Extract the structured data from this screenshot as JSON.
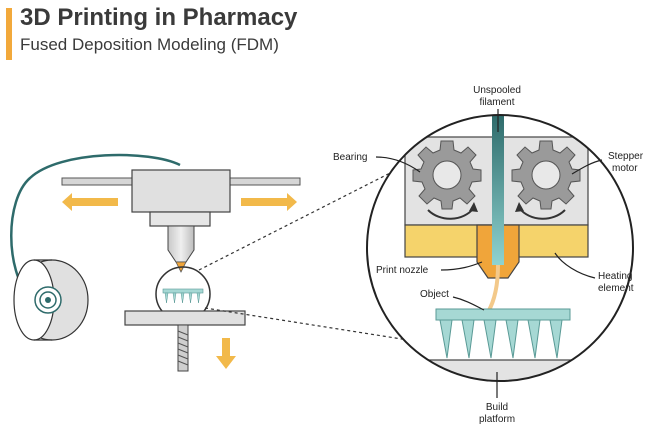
{
  "header": {
    "title": "3D Printing in Pharmacy",
    "subtitle": "Fused Deposition Modeling (FDM)"
  },
  "labels": {
    "unspooled_filament_line1": "Unspooled",
    "unspooled_filament_line2": "filament",
    "bearing": "Bearing",
    "stepper_motor_line1": "Stepper",
    "stepper_motor_line2": "motor",
    "print_nozzle": "Print nozzle",
    "heating_element_line1": "Heating",
    "heating_element_line2": "element",
    "object": "Object",
    "build_platform_line1": "Build",
    "build_platform_line2": "platform"
  },
  "colors": {
    "accent": "#f2a93b",
    "filament": "#2e6b6b",
    "filament_light": "#8fd3d0",
    "frame_gray": "#d9d9d9",
    "heater_yellow": "#f5d36b",
    "nozzle_orange": "#f0a53a",
    "object_teal": "#a6d8d4",
    "arrow_yellow": "#f2b94a"
  }
}
